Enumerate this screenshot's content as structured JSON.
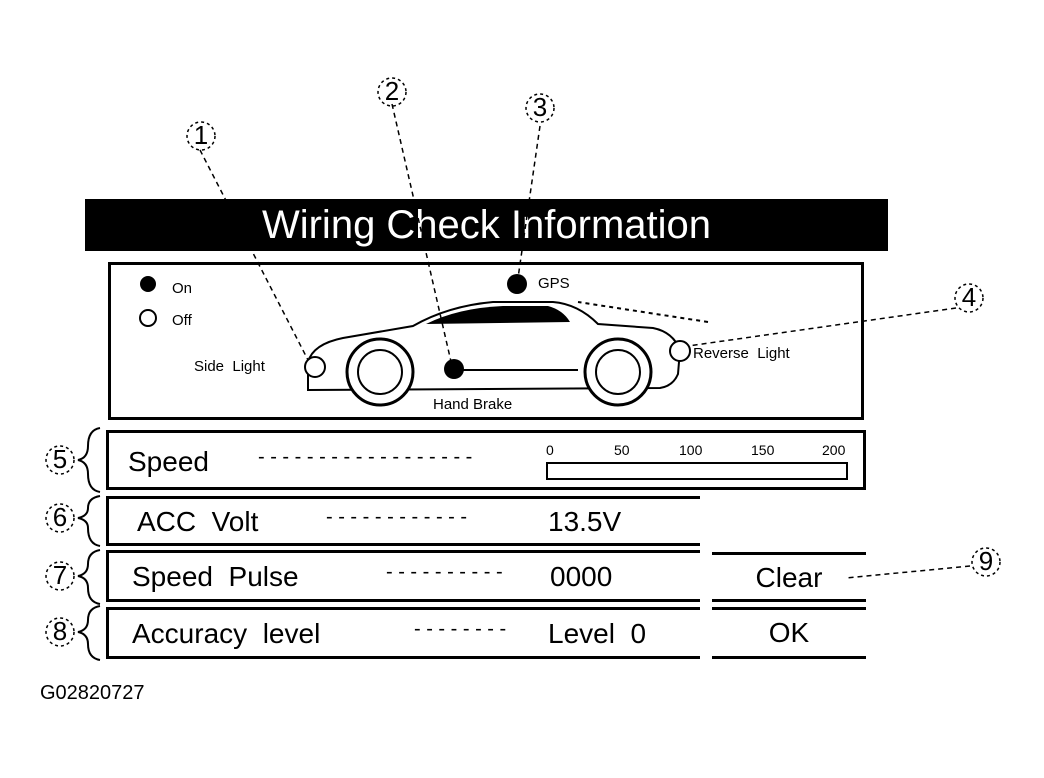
{
  "title": "Wiring Check Information",
  "legend": {
    "on": "On",
    "off": "Off"
  },
  "car_labels": {
    "side_light": "Side  Light",
    "gps": "GPS",
    "reverse_light": "Reverse  Light",
    "hand_brake": "Hand Brake"
  },
  "rows": {
    "speed": {
      "label": "Speed",
      "leader": "- - - - - - - - - - - - - - - - - -",
      "scale": [
        "0",
        "50",
        "100",
        "150",
        "200"
      ]
    },
    "acc_volt": {
      "label": "ACC  Volt",
      "leader": "- - - - - - - - - - - -",
      "value": "13.5V"
    },
    "speed_pulse": {
      "label": "Speed  Pulse",
      "leader": "- - - - - - - - - -",
      "value": "0000"
    },
    "accuracy": {
      "label": "Accuracy  level",
      "leader": "- - - - - - - -",
      "value": "Level  0"
    }
  },
  "buttons": {
    "clear": "Clear",
    "ok": "OK"
  },
  "callouts": [
    "1",
    "2",
    "3",
    "4",
    "5",
    "6",
    "7",
    "8",
    "9"
  ],
  "figure_id": "G02820727",
  "states": {
    "gps": "on",
    "hand_brake": "on",
    "side_light": "off",
    "reverse_light": "off"
  }
}
